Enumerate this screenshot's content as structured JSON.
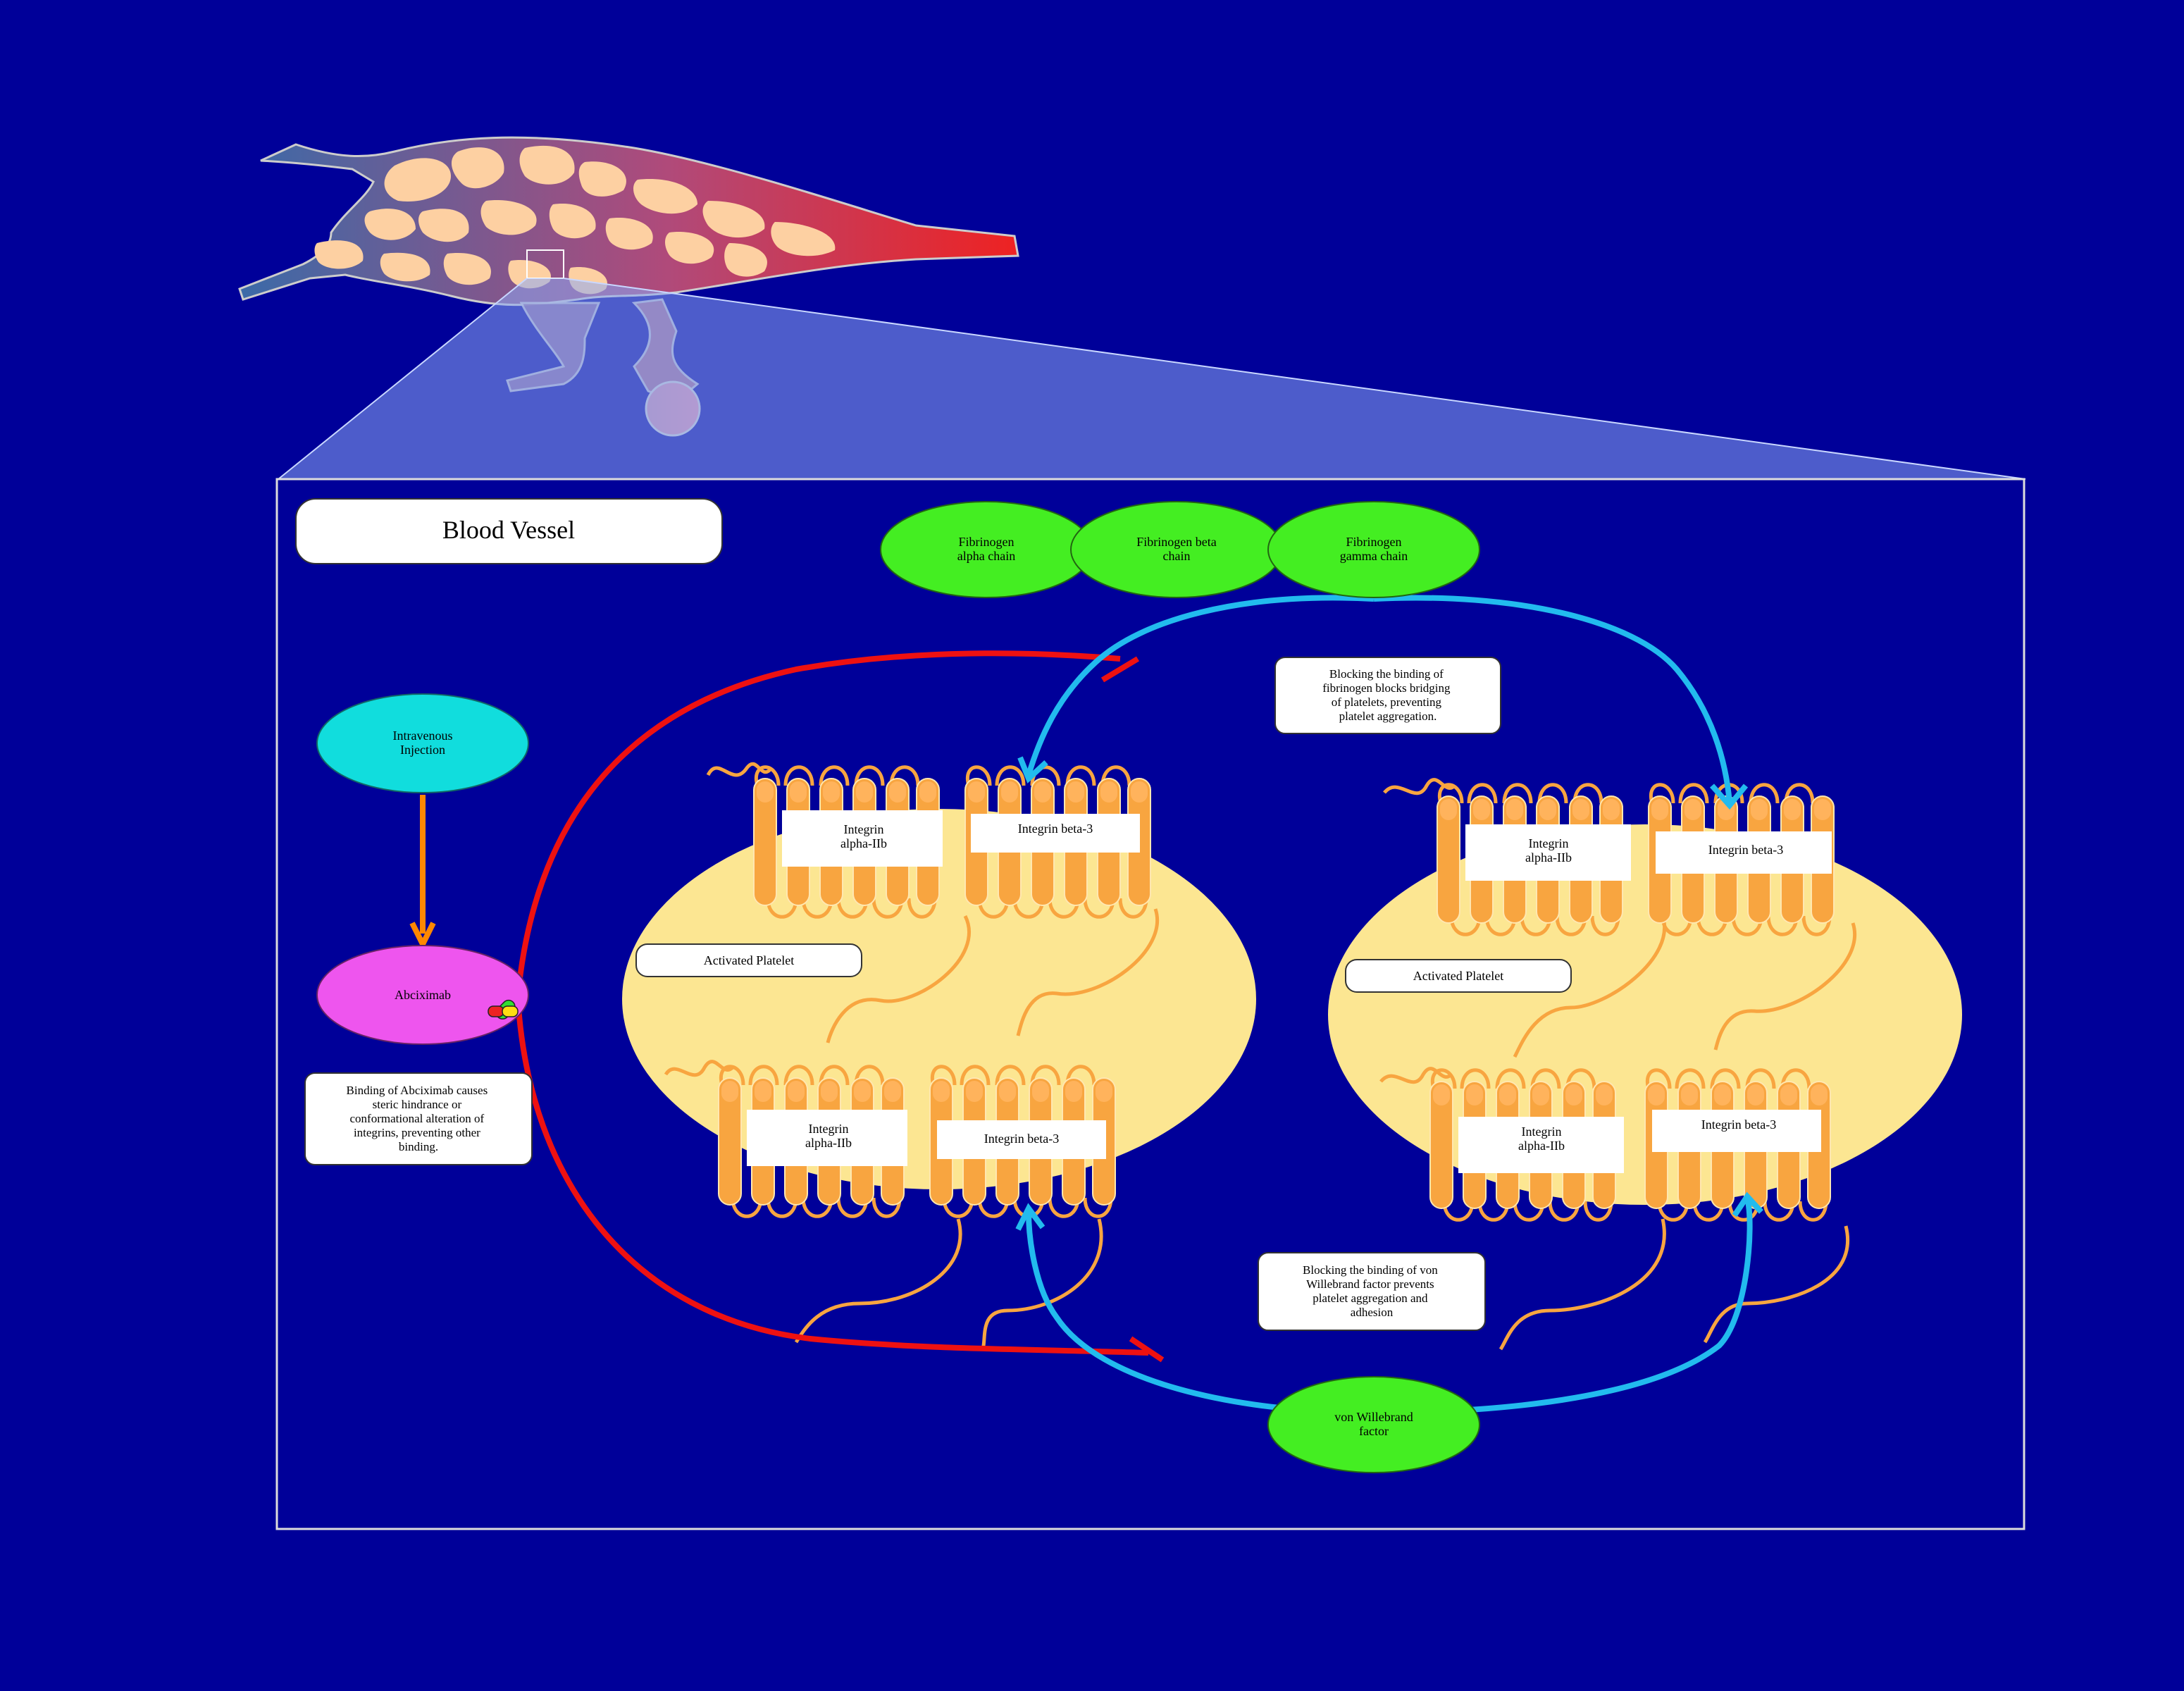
{
  "title": "Blood Vessel",
  "nodes": {
    "fib_alpha": [
      "Fibrinogen",
      "alpha chain"
    ],
    "fib_beta": [
      "Fibrinogen beta",
      "chain"
    ],
    "fib_gamma": [
      "Fibrinogen",
      "gamma chain"
    ],
    "iv": [
      "Intravenous",
      "Injection"
    ],
    "abciximab": "Abciximab",
    "vwf": [
      "von Willebrand",
      "factor"
    ]
  },
  "notes": {
    "fibrinogen": [
      "Blocking the binding of",
      "fibrinogen blocks bridging",
      "of platelets, preventing",
      "platelet aggregation."
    ],
    "abciximab": [
      "Binding of Abciximab causes",
      "steric hindrance or",
      "conformational alteration of",
      "integrins, preventing other",
      "binding."
    ],
    "vwf": [
      "Blocking the binding of von",
      "Willebrand factor prevents",
      "platelet aggregation and",
      "adhesion"
    ]
  },
  "labels": {
    "platelet": "Activated Platelet",
    "alpha": [
      "Integrin",
      "alpha-IIb"
    ],
    "beta": "Integrin beta-3"
  },
  "colors": {
    "background": "#000099",
    "node_green": "#44ee22",
    "node_cyan": "#11dddd",
    "node_magenta": "#ee55ee",
    "platelet": "#fce692",
    "integrin": "#f8a540",
    "arrow_red": "#ee1111",
    "arrow_cyan": "#22bbee",
    "arrow_orange": "#ff8800"
  },
  "icons": [
    "blood-vessel-network-illustration",
    "drug-capsule-icon"
  ]
}
